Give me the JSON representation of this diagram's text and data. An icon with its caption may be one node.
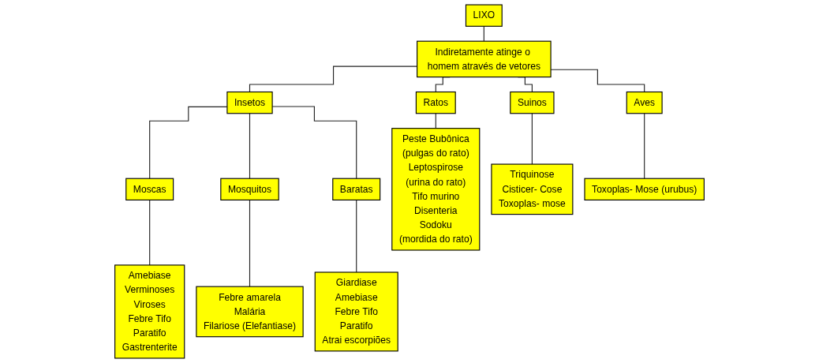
{
  "diagram": {
    "nodes": [
      {
        "text": [
          "LIXO"
        ]
      },
      {
        "text": [
          "Indiretamente atinge o homem através de vetores"
        ]
      },
      {
        "text": [
          "Insetos"
        ]
      },
      {
        "text": [
          "Ratos"
        ]
      },
      {
        "text": [
          "Suinos"
        ]
      },
      {
        "text": [
          "Aves"
        ]
      },
      {
        "text": [
          "Moscas"
        ]
      },
      {
        "text": [
          "Mosquitos"
        ]
      },
      {
        "text": [
          "Baratas"
        ]
      },
      {
        "text": [
          "Amebiase",
          "Verminoses",
          "Viroses",
          "Febre Tifo",
          "Paratifo",
          "Gastrenterite"
        ]
      },
      {
        "text": [
          "Febre amarela",
          "Malária",
          "Filariose (Elefantiase)"
        ]
      },
      {
        "text": [
          "Giardiase",
          "Amebiase",
          "Febre Tifo",
          "Paratifo",
          "Atrai escorpiões"
        ]
      },
      {
        "text": [
          "Peste Bubônica",
          "(pulgas do rato)",
          "Leptospirose",
          "(urina do rato)",
          "Tifo murino",
          "Disenteria",
          "Sodoku",
          "(mordida do rato)"
        ]
      },
      {
        "text": [
          "Triquinose",
          "Cisticer- Cose",
          "Toxoplas- mose"
        ]
      },
      {
        "text": [
          "Toxoplas- Mose (urubus)"
        ]
      }
    ],
    "edges": [
      {
        "from": 0,
        "to": 1,
        "arrow": "none"
      },
      {
        "from": 1,
        "to": 2,
        "arrow": "none"
      },
      {
        "from": 1,
        "to": 3,
        "arrow": "none"
      },
      {
        "from": 1,
        "to": 4,
        "arrow": "none"
      },
      {
        "from": 1,
        "to": 5,
        "arrow": "none"
      },
      {
        "from": 2,
        "to": 6,
        "arrow": "none"
      },
      {
        "from": 2,
        "to": 7,
        "arrow": "none"
      },
      {
        "from": 2,
        "to": 8,
        "arrow": "none"
      },
      {
        "from": 6,
        "to": 9,
        "arrow": "none"
      },
      {
        "from": 7,
        "to": 10,
        "arrow": "none"
      },
      {
        "from": 8,
        "to": 11,
        "arrow": "none"
      },
      {
        "from": 3,
        "to": 12,
        "arrow": "none"
      },
      {
        "from": 4,
        "to": 13,
        "arrow": "none"
      },
      {
        "from": 5,
        "to": 14,
        "arrow": "none"
      }
    ]
  }
}
